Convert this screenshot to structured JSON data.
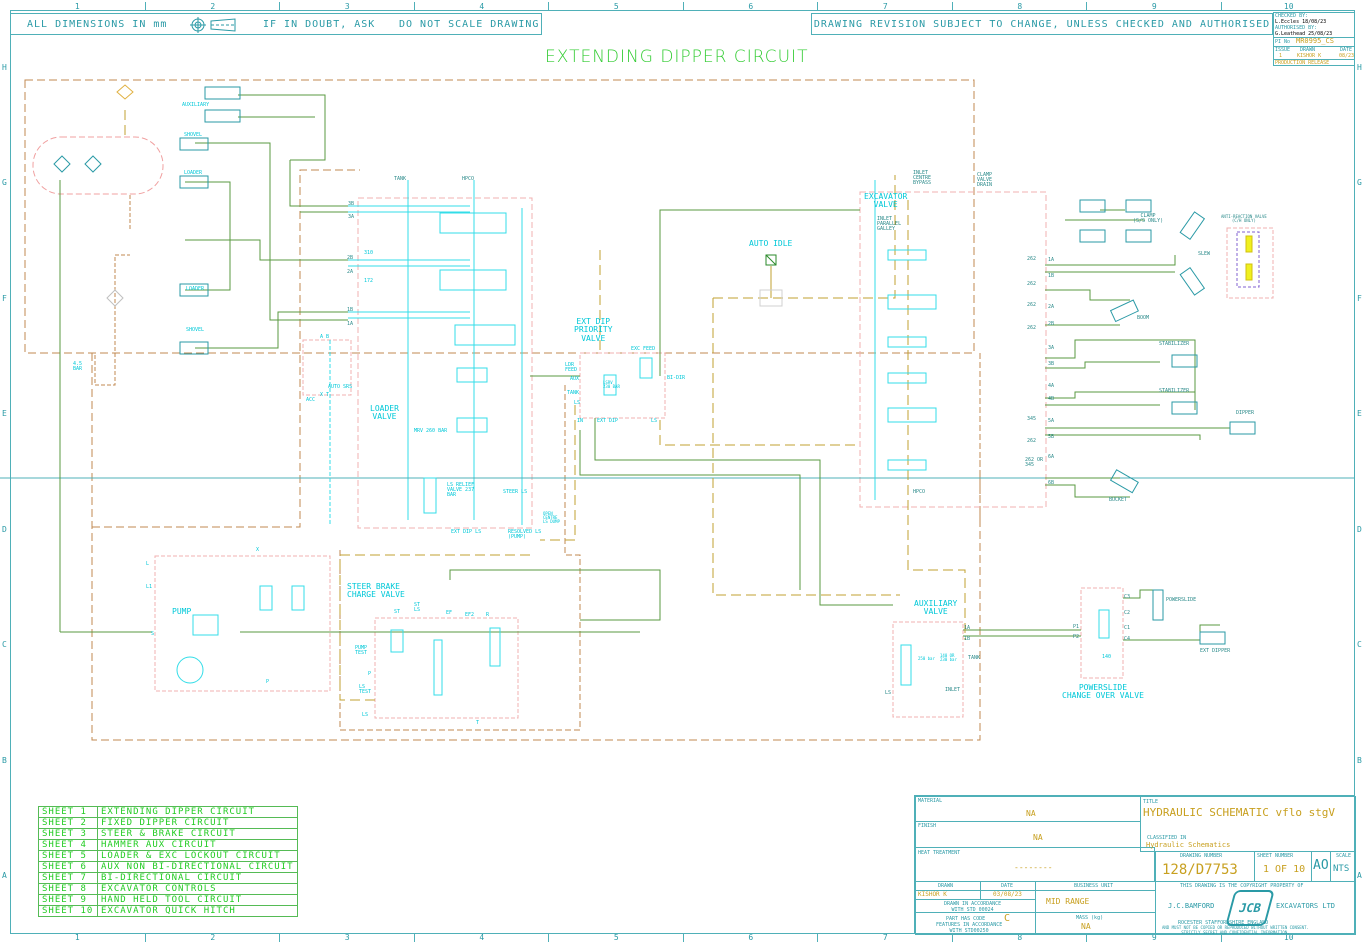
{
  "header": {
    "dimensions_note": "ALL DIMENSIONS IN mm",
    "projection_icon": "third-angle-projection-icon",
    "doubt_note": "IF IN DOUBT, ASK",
    "scale_note": "DO NOT SCALE DRAWING",
    "revision_note": "DRAWING REVISION SUBJECT TO CHANGE, UNLESS CHECKED AND AUTHORISED"
  },
  "grid": {
    "columns": [
      "1",
      "2",
      "3",
      "4",
      "5",
      "6",
      "7",
      "8",
      "9",
      "10"
    ],
    "rows": [
      "H",
      "G",
      "F",
      "E",
      "D",
      "C",
      "B",
      "A"
    ]
  },
  "revision_block": {
    "checked_by_label": "CHECKED BY:",
    "checked_by": "L.Eccles 18/08/23",
    "authorised_by_label": "AUTHORISED BY:",
    "authorised_by": "G.Leathead 25/08/23",
    "pi_no_label": "PI No",
    "pi_no": "MR0995_CS",
    "issue_label": "ISSUE",
    "issue": "1",
    "drawn_label": "DRAWN",
    "drawn": "KISHOR K",
    "date_label": "DATE",
    "date": "08/23",
    "status": "PRODUCTION RELEASE"
  },
  "diagram": {
    "title": "EXTENDING DIPPER CIRCUIT",
    "labels": {
      "auxiliary": "AUXILIARY",
      "shovel": "SHOVEL",
      "loader": "LOADER",
      "bar45": "4.5\nBAR",
      "tank": "TANK",
      "hpco": "HPCO",
      "p3b": "3B",
      "p3a": "3A",
      "p2b": "2B",
      "p2a": "2A",
      "p1b": "1B",
      "p1a": "1A",
      "r310": "310",
      "r172": "172",
      "a": "A",
      "b": "B",
      "auto_srs": "AUTO SRS",
      "acc": "ACC",
      "xt": "X T",
      "loader_valve": "LOADER\nVALVE",
      "mrv": "MRV 260 BAR",
      "ls_relief": "LS RELIEF\nVALVE 237\nBAR",
      "steer_ls": "STEER LS",
      "ext_dip_ls": "EXT DIP LS",
      "resolved_ls": "RESOLVED LS\n(PUMP)",
      "open_centre": "OPEN\nCENTRE\nLS DUMP",
      "ext_dip_priority": "EXT DIP\nPRIORITY\nVALVE",
      "ldr_feed": "LDR\nFEED",
      "aux": "AUX",
      "tank2": "TANK",
      "ls": "LS",
      "in": "IN",
      "ext_dip": "EXT DIP",
      "exc_feed": "EXC FEED",
      "bi_dir": "BI-DIR",
      "lsrv": "LSRV\n230 BAR",
      "auto_idle": "AUTO IDLE",
      "inlet_centre_bypass": "INLET\nCENTRE\nBYPASS",
      "clamp_valve_drain": "CLAMP\nVALVE\nDRAIN",
      "excavator_valve": "EXCAVATOR\nVALVE",
      "inlet_parallel_galley": "INLET\nPARALLEL\nGALLEY",
      "r262": "262",
      "r345": "345",
      "r262or345": "262 OR\n345",
      "ex_ports": [
        "1A",
        "1B",
        "2A",
        "2B",
        "3A",
        "3B",
        "4A",
        "4B",
        "5A",
        "5B",
        "6A",
        "6B"
      ],
      "hpco2": "HPCO",
      "clamp": "CLAMP\n(S/S ONLY)",
      "slew": "SLEW",
      "anti_reaction": "ANTI-REACTION VALVE\n(C/H ONLY)",
      "boom": "BOOM",
      "stabilizer": "STABILIZER",
      "dipper": "DIPPER",
      "bucket": "BUCKET",
      "pump": "PUMP",
      "l": "L",
      "l1": "L1",
      "s": "S",
      "x": "X",
      "p": "P",
      "steer_brake": "STEER BRAKE\nCHARGE VALVE",
      "st": "ST",
      "st_ls": "ST\nLS",
      "ef": "EF",
      "ef2": "EF2",
      "r": "R",
      "pump_test": "PUMP\nTEST",
      "ls_test": "LS\nTEST",
      "p2": "P",
      "ls2": "LS",
      "t": "T",
      "auxiliary_valve": "AUXILIARY\nVALVE",
      "aux_1a": "1A",
      "aux_1b": "1B",
      "aux_tank": "TANK",
      "aux_ls": "LS",
      "aux_inlet": "INLET",
      "r250": "250 bar",
      "r140": "140 OR\n230 bar",
      "powerslide": "POWERSLIDE",
      "powerslide_valve": "POWERSLIDE\nCHANGE OVER VALVE",
      "p1": "P1",
      "p2p": "P2",
      "c1": "C1",
      "c2": "C2",
      "c3": "C3",
      "c4": "C4",
      "r140b": "140",
      "ext_dipper": "EXT DIPPER"
    }
  },
  "sheet_index": [
    {
      "sheet": "SHEET 1",
      "name": "EXTENDING DIPPER CIRCUIT"
    },
    {
      "sheet": "SHEET 2",
      "name": "FIXED DIPPER CIRCUIT"
    },
    {
      "sheet": "SHEET 3",
      "name": "STEER & BRAKE CIRCUIT"
    },
    {
      "sheet": "SHEET 4",
      "name": "HAMMER AUX CIRCUIT"
    },
    {
      "sheet": "SHEET 5",
      "name": "LOADER & EXC LOCKOUT CIRCUIT"
    },
    {
      "sheet": "SHEET 6",
      "name": "AUX NON BI-DIRECTIONAL CIRCUIT"
    },
    {
      "sheet": "SHEET 7",
      "name": "BI-DIRECTIONAL CIRCUIT"
    },
    {
      "sheet": "SHEET 8",
      "name": "EXCAVATOR CONTROLS"
    },
    {
      "sheet": "SHEET 9",
      "name": "HAND HELD TOOL CIRCUIT"
    },
    {
      "sheet": "SHEET 10",
      "name": "EXCAVATOR QUICK HITCH"
    }
  ],
  "title_block": {
    "material_label": "MATERIAL",
    "material": "NA",
    "finish_label": "FINISH",
    "finish": "NA",
    "heat_treatment_label": "HEAT TREATMENT",
    "heat_treatment": "--------",
    "title_label": "TITLE",
    "title": "HYDRAULIC SCHEMATIC vflo stgV",
    "classified_label": "CLASSIFIED IN",
    "classified": "Hydraulic Schematics",
    "drawing_number_label": "DRAWING NUMBER",
    "drawing_number": "128/D7753",
    "sheet_number_label": "SHEET NUMBER",
    "sheet_number": "1 OF 10",
    "size": "AO",
    "scale_label": "SCALE",
    "scale": "NTS",
    "drawn_label": "DRAWN",
    "drawn": "KISHOR K",
    "date_label": "DATE",
    "date": "03/08/23",
    "business_unit_label": "BUSINESS UNIT",
    "business_unit": "MID RANGE",
    "std_note": "DRAWN IN ACCORDANCE\nWITH STD 00024",
    "code_note": "PART HAS CODE",
    "code": "C",
    "code_note2": "FEATURES IN ACCORDANCE\nWITH STD00250",
    "mass_label": "MASS (kg)",
    "mass": "NA",
    "copyright": "THIS DRAWING IS THE COPYRIGHT PROPERTY OF",
    "company_left": "J.C.BAMFORD",
    "company_right": "EXCAVATORS LTD",
    "logo": "JCB",
    "address": "ROCESTER      STAFFORDSHIRE      ENGLAND",
    "legal": "AND MUST NOT BE COPIED OR REPRODUCED WITHOUT WRITTEN CONSENT.\nSTRICTLY SECRET AND CONFIDENTIAL INFORMATION."
  }
}
